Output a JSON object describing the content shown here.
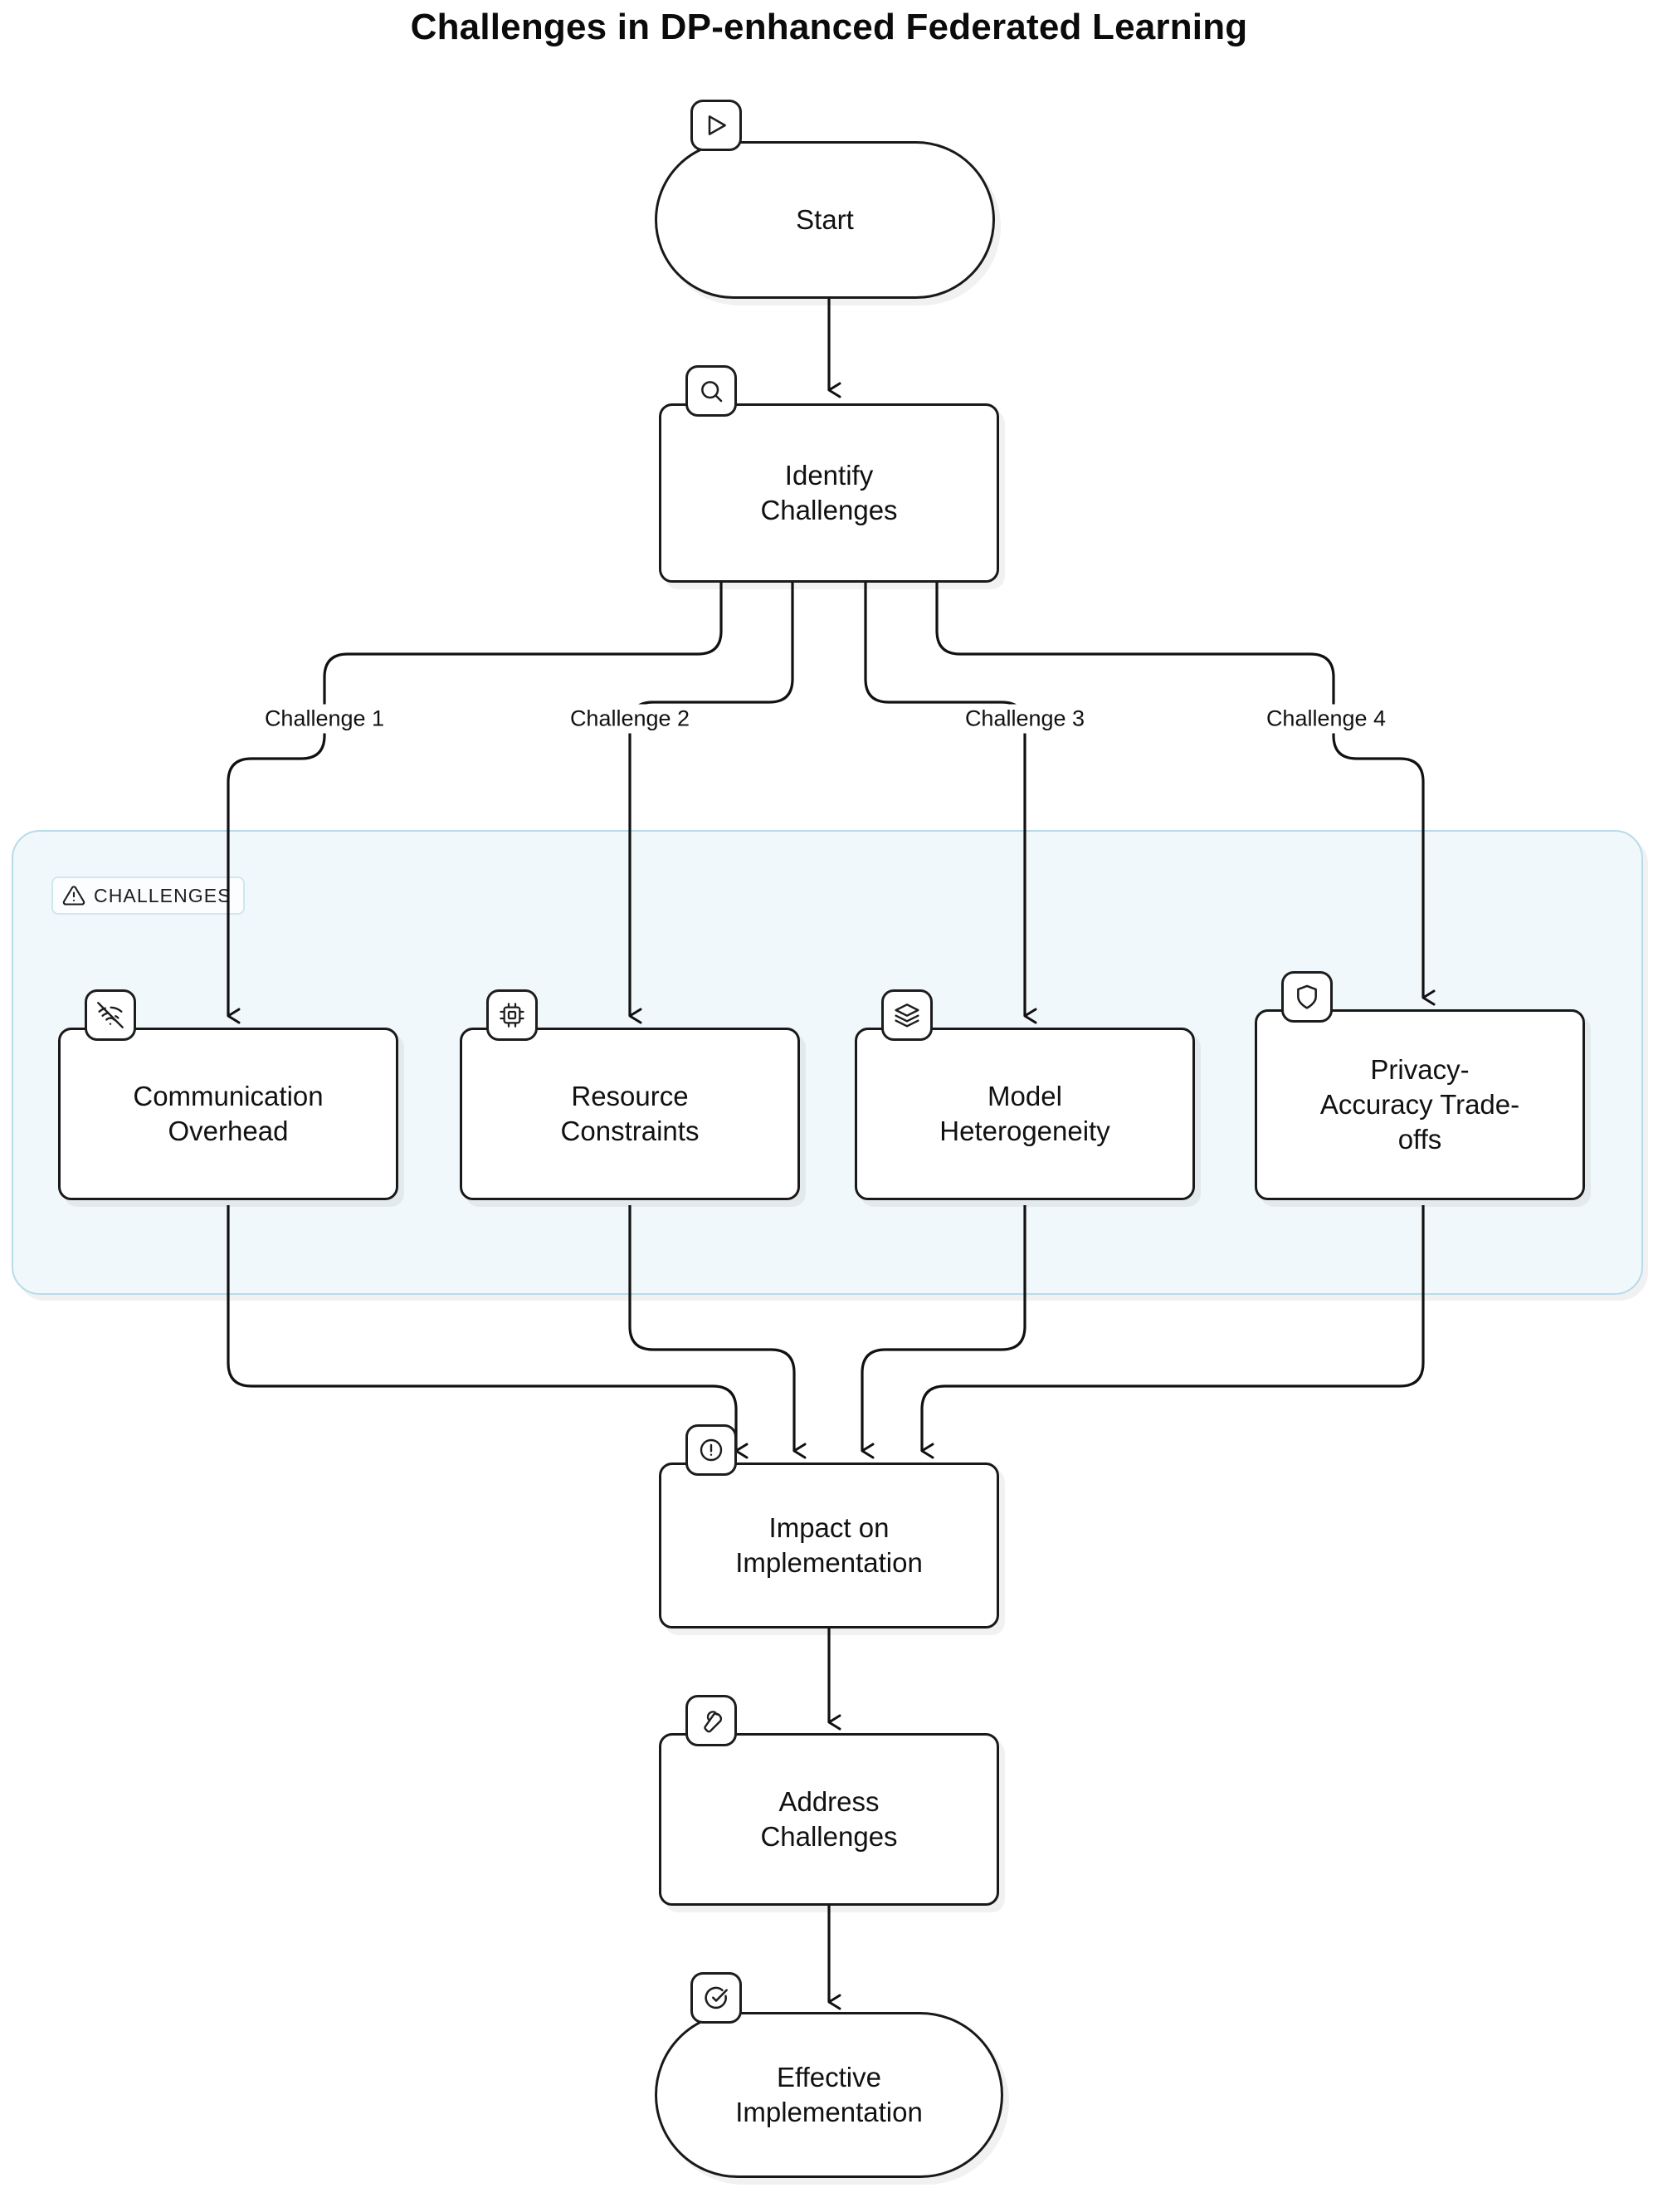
{
  "diagram": {
    "title": "Challenges in DP-enhanced Federated Learning",
    "type": "flowchart",
    "direction": "top-to-bottom",
    "colors": {
      "node_border": "#191919",
      "node_fill": "#ffffff",
      "edge": "#111111",
      "subgraph_border": "#b7dbe9",
      "subgraph_fill": "#f1f8fb",
      "text": "#111111",
      "title": "#0b0b0b"
    }
  },
  "subgraph": {
    "label": "CHALLENGES",
    "icon": "warning-triangle-icon"
  },
  "nodes": [
    {
      "id": "start",
      "label": "Start",
      "shape": "stadium",
      "icon": "play-icon"
    },
    {
      "id": "identify",
      "label": "Identify\nChallenges",
      "shape": "rect",
      "icon": "search-icon"
    },
    {
      "id": "comm",
      "label": "Communication\nOverhead",
      "shape": "rect",
      "icon": "wifi-off-icon"
    },
    {
      "id": "resource",
      "label": "Resource\nConstraints",
      "shape": "rect",
      "icon": "cpu-icon"
    },
    {
      "id": "model",
      "label": "Model\nHeterogeneity",
      "shape": "rect",
      "icon": "layers-icon"
    },
    {
      "id": "privacy",
      "label": "Privacy-\nAccuracy Trade-\noffs",
      "shape": "rect",
      "icon": "shield-icon"
    },
    {
      "id": "impact",
      "label": "Impact on\nImplementation",
      "shape": "rect",
      "icon": "alert-circle-icon"
    },
    {
      "id": "address",
      "label": "Address\nChallenges",
      "shape": "rect",
      "icon": "wrench-icon"
    },
    {
      "id": "effective",
      "label": "Effective\nImplementation",
      "shape": "stadium",
      "icon": "check-circle-icon"
    }
  ],
  "node_labels": {
    "start_l1": "Start",
    "identify_l1": "Identify",
    "identify_l2": "Challenges",
    "comm_l1": "Communication",
    "comm_l2": "Overhead",
    "resource_l1": "Resource",
    "resource_l2": "Constraints",
    "model_l1": "Model",
    "model_l2": "Heterogeneity",
    "privacy_l1": "Privacy-",
    "privacy_l2": "Accuracy Trade-",
    "privacy_l3": "offs",
    "impact_l1": "Impact on",
    "impact_l2": "Implementation",
    "address_l1": "Address",
    "address_l2": "Challenges",
    "effective_l1": "Effective",
    "effective_l2": "Implementation"
  },
  "edges": [
    {
      "from": "start",
      "to": "identify",
      "label": ""
    },
    {
      "from": "identify",
      "to": "comm",
      "label": "Challenge 1"
    },
    {
      "from": "identify",
      "to": "resource",
      "label": "Challenge 2"
    },
    {
      "from": "identify",
      "to": "model",
      "label": "Challenge 3"
    },
    {
      "from": "identify",
      "to": "privacy",
      "label": "Challenge 4"
    },
    {
      "from": "comm",
      "to": "impact",
      "label": ""
    },
    {
      "from": "resource",
      "to": "impact",
      "label": ""
    },
    {
      "from": "model",
      "to": "impact",
      "label": ""
    },
    {
      "from": "privacy",
      "to": "impact",
      "label": ""
    },
    {
      "from": "impact",
      "to": "address",
      "label": ""
    },
    {
      "from": "address",
      "to": "effective",
      "label": ""
    }
  ],
  "edge_labels": {
    "c1": "Challenge 1",
    "c2": "Challenge 2",
    "c3": "Challenge 3",
    "c4": "Challenge 4"
  }
}
